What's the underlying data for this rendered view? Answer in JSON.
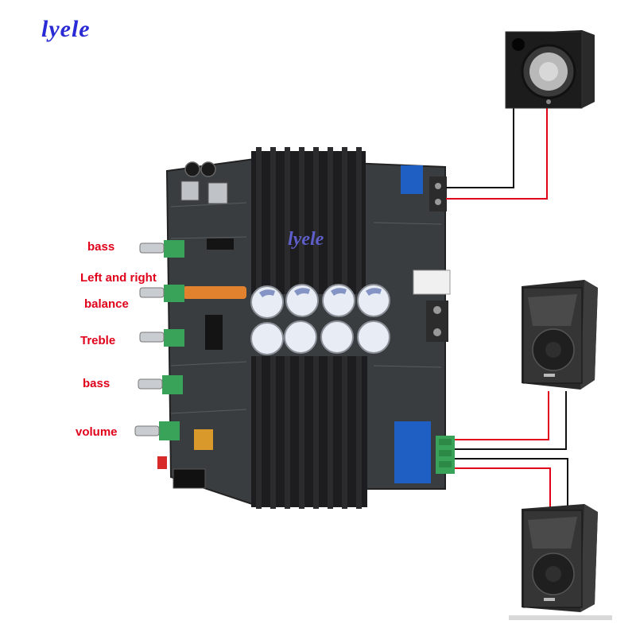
{
  "brand": {
    "logo_text": "lyele",
    "watermark_text": "lyele"
  },
  "labels": {
    "bass_top": "bass",
    "left_right": "Left and right",
    "balance": "balance",
    "treble": "Treble",
    "bass_bottom": "bass",
    "volume": "volume"
  },
  "colors": {
    "label_red": "#e0001a",
    "logo_blue": "#2b2bd6",
    "wire_red": "#e0001a",
    "wire_black": "#111111",
    "pcb": "#3a3d3f",
    "heatsink": "#1d1d1f",
    "connector_green": "#3aa35a"
  },
  "icons": {
    "subwoofer": "subwoofer-speaker-icon",
    "speaker_top": "pa-speaker-icon",
    "speaker_bottom": "pa-speaker-icon",
    "board": "amplifier-board-icon"
  }
}
